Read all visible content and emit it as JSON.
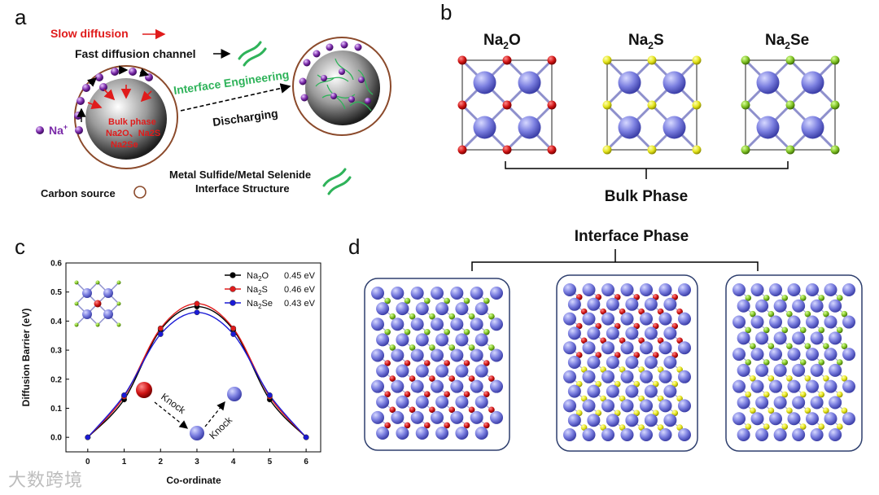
{
  "panels": {
    "a": {
      "label": "a",
      "slow_diffusion": "Slow diffusion",
      "fast_channel": "Fast diffusion channel",
      "na_ion": "Na",
      "na_sup": "+",
      "bulk_lines": [
        "Bulk phase",
        "Na2O、Na2S",
        "Na2Se"
      ],
      "interface_engineering": "Interface Engineering",
      "discharging": "Discharging",
      "carbon_source": "Carbon source",
      "metal_interface_line1": "Metal Sulfide/Metal Selenide",
      "metal_interface_line2": "Interface Structure"
    },
    "b": {
      "label": "b",
      "phases": [
        {
          "base": "Na",
          "sub": "2",
          "tail": "O",
          "color": "#cc1111"
        },
        {
          "base": "Na",
          "sub": "2",
          "tail": "S",
          "color": "#dddd11"
        },
        {
          "base": "Na",
          "sub": "2",
          "tail": "Se",
          "color": "#77c21f"
        }
      ],
      "bulk_phase": "Bulk Phase"
    },
    "c": {
      "label": "c",
      "knock1": "Knock",
      "knock2": "Knock"
    },
    "d": {
      "label": "d",
      "interface_phase": "Interface Phase"
    }
  },
  "colors": {
    "sodium": "#7b7fe0",
    "oxygen": "#cc1111",
    "sulfur": "#e3e31a",
    "selenium": "#7fc223",
    "fast_arrow_green": "#2fb35a",
    "slow_red": "#e01b1b",
    "carbon_shell": "#8b4a2b",
    "na_ion_purple": "#7a2aa8"
  },
  "watermark": "大数跨境",
  "chart_data": {
    "type": "line",
    "title": "",
    "xlabel": "Co-ordinate",
    "ylabel": "Diffusion Barrier (eV)",
    "xlim": [
      -0.6,
      6.4
    ],
    "ylim": [
      -0.05,
      0.6
    ],
    "xticks": [
      0,
      1,
      2,
      3,
      4,
      5,
      6
    ],
    "yticks": [
      0.0,
      0.1,
      0.2,
      0.3,
      0.4,
      0.5,
      0.6
    ],
    "legend_position": "top-right",
    "series": [
      {
        "name": "Na2O",
        "legend_base": "Na",
        "legend_sub": "2",
        "legend_tail": "O",
        "value_label": "0.45 eV",
        "color": "#000000",
        "x": [
          0,
          1,
          2,
          3,
          4,
          5,
          6
        ],
        "y": [
          0.0,
          0.13,
          0.37,
          0.45,
          0.37,
          0.13,
          0.0
        ]
      },
      {
        "name": "Na2S",
        "legend_base": "Na",
        "legend_sub": "2",
        "legend_tail": "S",
        "value_label": "0.46 eV",
        "color": "#e01b1b",
        "x": [
          0,
          1,
          2,
          3,
          4,
          5,
          6
        ],
        "y": [
          0.0,
          0.14,
          0.375,
          0.46,
          0.375,
          0.14,
          0.0
        ]
      },
      {
        "name": "Na2Se",
        "legend_base": "Na",
        "legend_sub": "2",
        "legend_tail": "Se",
        "value_label": "0.43 eV",
        "color": "#1a1ad6",
        "x": [
          0,
          1,
          2,
          3,
          4,
          5,
          6
        ],
        "y": [
          0.0,
          0.145,
          0.355,
          0.43,
          0.355,
          0.145,
          0.0
        ]
      }
    ]
  }
}
